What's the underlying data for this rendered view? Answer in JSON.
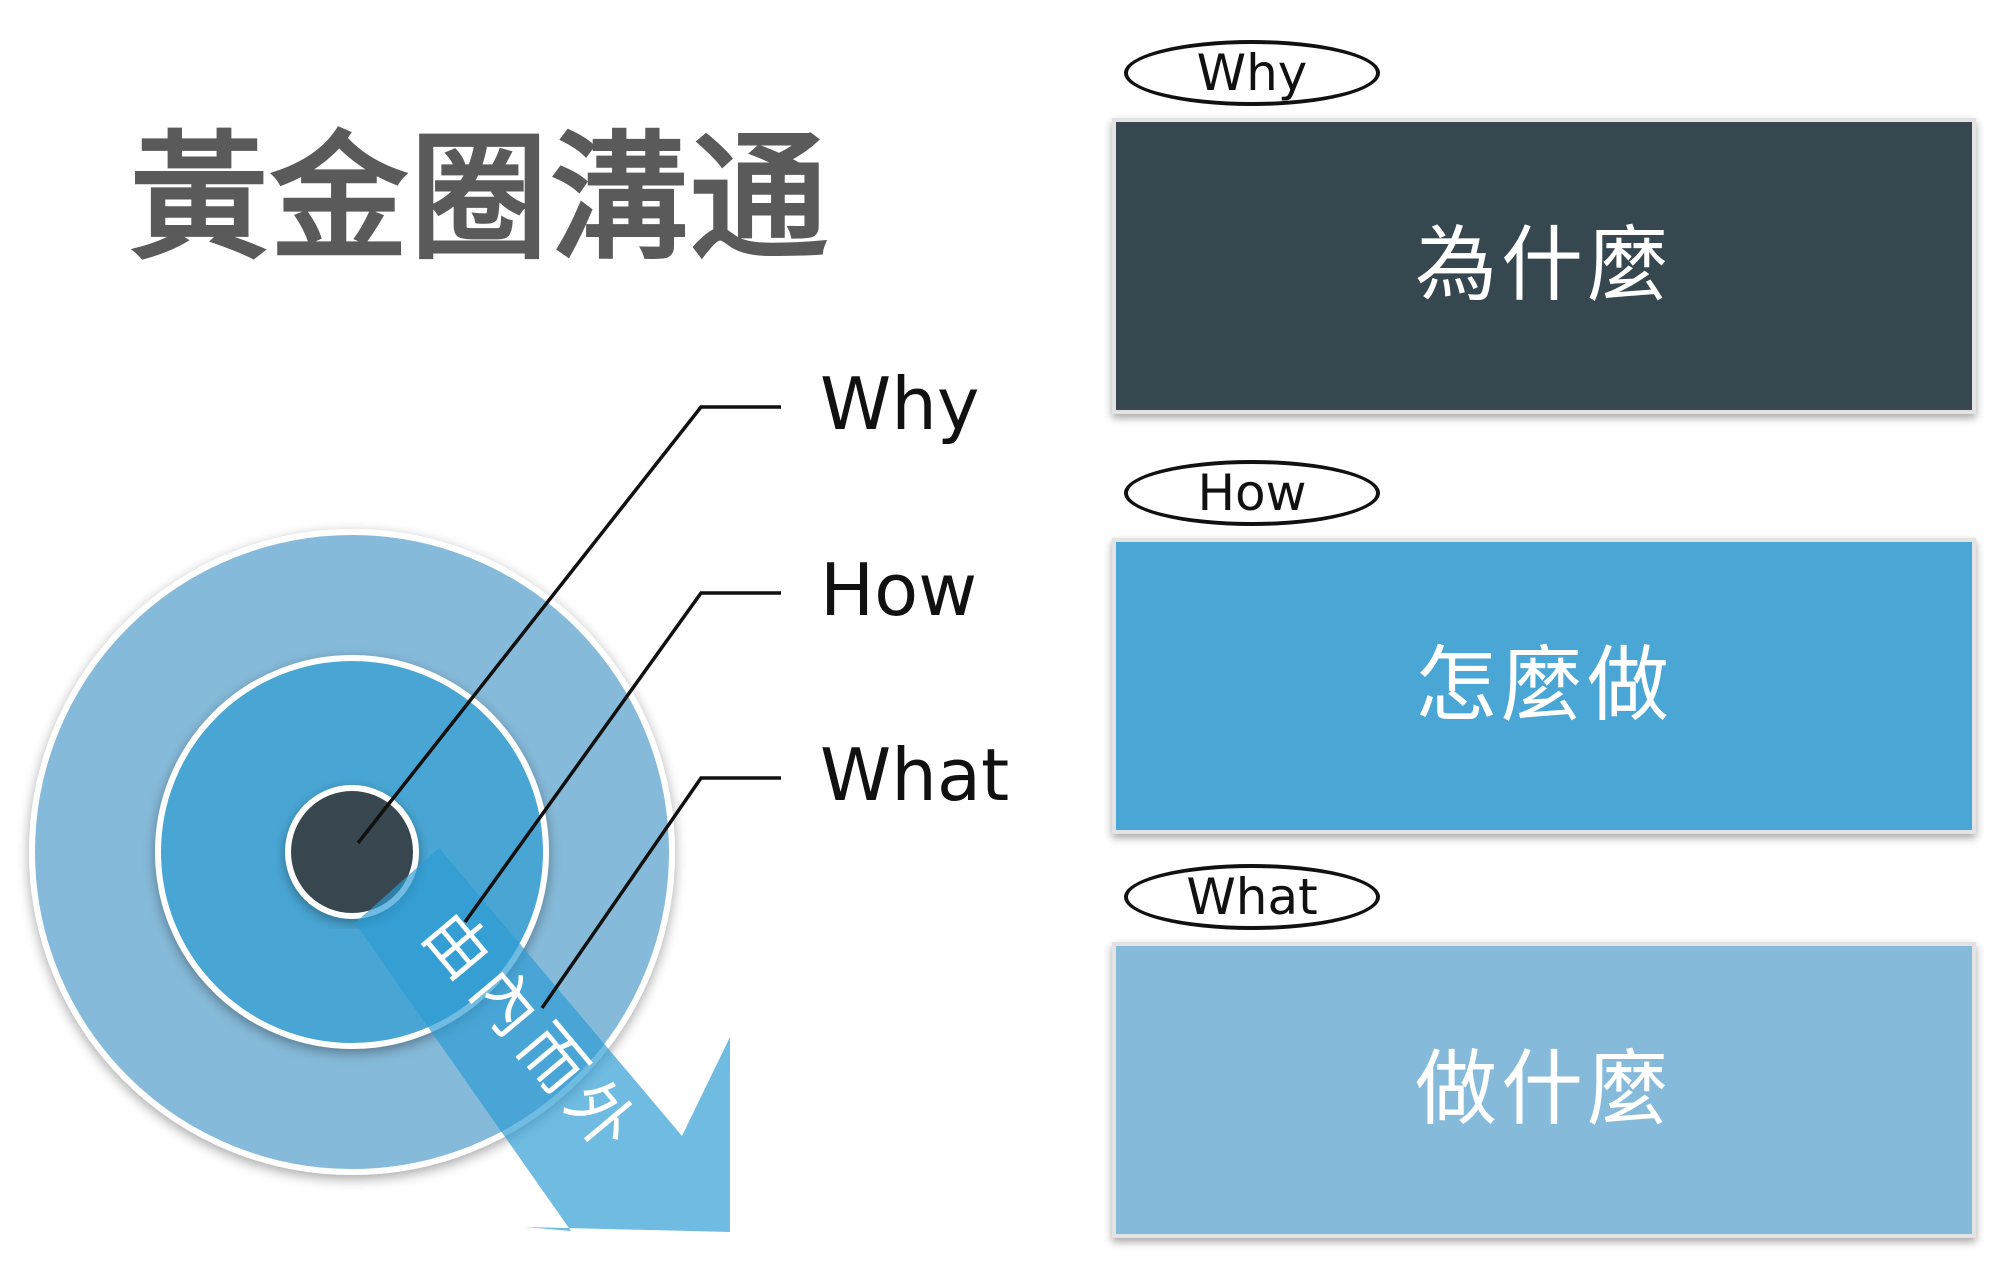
{
  "title": "黃金圈溝通",
  "diagram": {
    "labels": {
      "why": "Why",
      "how": "How",
      "what": "What"
    },
    "arrow_text": "由內而外",
    "colors": {
      "outer_ring": "#86bada",
      "middle_ring": "#4aa6d4",
      "core": "#37474f",
      "arrow": "#2c9bd3"
    }
  },
  "sections": [
    {
      "tag": "Why",
      "text": "為什麼",
      "color": "#37474f"
    },
    {
      "tag": "How",
      "text": "怎麼做",
      "color": "#4aa6d4"
    },
    {
      "tag": "What",
      "text": "做什麼",
      "color": "#86bada"
    }
  ]
}
